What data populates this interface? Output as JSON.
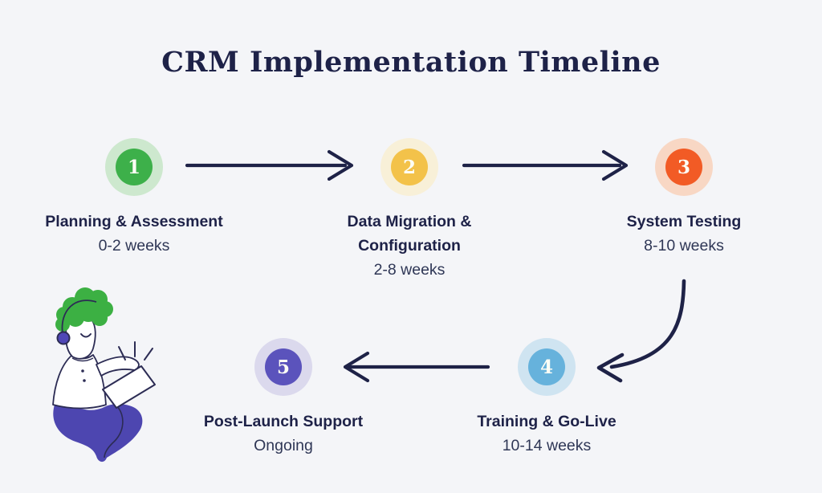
{
  "title": "CRM Implementation Timeline",
  "colors": {
    "background": "#f4f5f8",
    "title_text": "#1e2248",
    "label_text": "#1e2248",
    "duration_text": "#2f3756",
    "arrow": "#1e2247"
  },
  "steps": [
    {
      "number": "1",
      "label": "Planning & Assessment",
      "duration": "0-2 weeks",
      "circle_color": "#3db04a",
      "halo_color": "#cde8ce"
    },
    {
      "number": "2",
      "label": "Data Migration &\nConfiguration",
      "duration": "2-8 weeks",
      "circle_color": "#f3c24a",
      "halo_color": "#f8f0d8"
    },
    {
      "number": "3",
      "label": "System Testing",
      "duration": "8-10 weeks",
      "circle_color": "#f25b25",
      "halo_color": "#f8d7c4"
    },
    {
      "number": "4",
      "label": "Training & Go-Live",
      "duration": "10-14 weeks",
      "circle_color": "#66b2dc",
      "halo_color": "#cfe4f1"
    },
    {
      "number": "5",
      "label": "Post-Launch Support",
      "duration": "Ongoing",
      "circle_color": "#5b53bc",
      "halo_color": "#dbd9ed"
    }
  ],
  "illustration": {
    "name": "support-agent-with-laptop",
    "hair_color": "#3cb043",
    "pants_color": "#4d46b0",
    "headset_color": "#4f47b6",
    "outline_color": "#2c2c54"
  }
}
